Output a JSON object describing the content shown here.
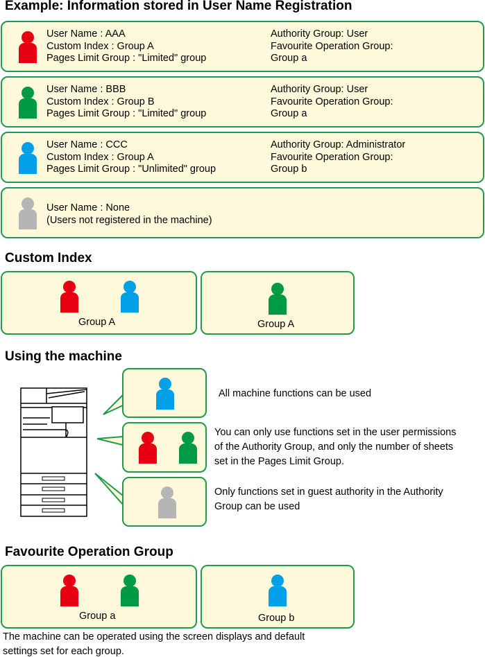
{
  "title": "Example: Information stored in User Name Registration",
  "users": [
    {
      "lines": [
        "User Name : AAA",
        "Custom Index : Group A",
        "Pages Limit Group : \"Limited\" group"
      ],
      "right": [
        "Authority Group: User",
        "Favourite Operation Group:",
        "Group a"
      ],
      "color": "#e60012"
    },
    {
      "lines": [
        "User Name : BBB",
        "Custom Index : Group B",
        "Pages Limit Group : \"Limited\" group"
      ],
      "right": [
        "Authority Group: User",
        "Favourite Operation Group:",
        "Group a"
      ],
      "color": "#009944"
    },
    {
      "lines": [
        "User Name : CCC",
        "Custom Index : Group A",
        "Pages Limit Group : \"Unlimited\" group"
      ],
      "right": [
        "Authority Group: Administrator",
        "Favourite Operation Group:",
        "Group b"
      ],
      "color": "#00a0e9"
    },
    {
      "lines": [
        "User Name : None",
        "(Users not registered in the machine)"
      ],
      "color": "#b5b5b5"
    }
  ],
  "custom_index": {
    "heading": "Custom Index",
    "groups": [
      "Group A",
      "Group A"
    ]
  },
  "machine": {
    "heading": "Using the machine",
    "descriptions": [
      [
        "All machine functions can be used"
      ],
      [
        "You can only use functions set in the user permissions",
        "of the Authority Group, and only the number of sheets",
        "set in the Pages Limit Group."
      ],
      [
        "Only functions set in guest authority in the Authority",
        "Group can be used"
      ]
    ]
  },
  "favourite": {
    "heading": "Favourite Operation Group",
    "groups": [
      "Group a",
      "Group b"
    ],
    "footer": [
      "The machine can be operated using the screen displays and default",
      "settings set for each group."
    ]
  },
  "colors": {
    "border": "#1f9a4a",
    "fill": "#fdf9da"
  }
}
